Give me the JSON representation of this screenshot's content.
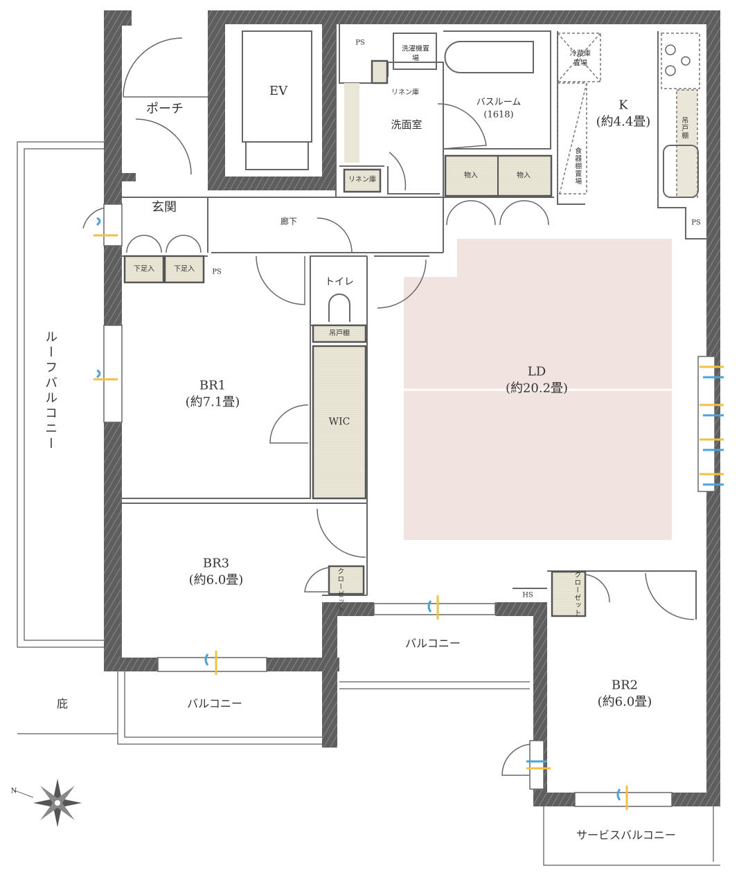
{
  "rooms": {
    "porch": "ポーチ",
    "ev": "EV",
    "entrance": "玄関",
    "corridor": "廊下",
    "washroom": "洗面室",
    "bathroom": "バスルーム",
    "bathroom_size": "(1618)",
    "kitchen": "K",
    "kitchen_size": "(約4.4畳)",
    "ld": "LD",
    "ld_size": "(約20.2畳)",
    "br1": "BR1",
    "br1_size": "(約7.1畳)",
    "br2": "BR2",
    "br2_size": "(約6.0畳)",
    "br3": "BR3",
    "br3_size": "(約6.0畳)",
    "toilet": "トイレ",
    "wic": "WIC",
    "balcony_center": "バルコニー",
    "balcony_left": "バルコニー",
    "service_balcony": "サービスバルコニー",
    "roof_balcony": "ルーフバルコニー",
    "eaves": "庇"
  },
  "fixtures": {
    "ps_top": "PS",
    "ps_entrance": "PS",
    "ps_kitchen": "PS",
    "hs": "HS",
    "washer": "洗濯機置場",
    "linen1": "リネン庫",
    "linen2": "リネン庫",
    "storage1": "物入",
    "storage2": "物入",
    "fridge": "冷蔵庫置場",
    "dish_shelf": "食器棚置場",
    "hanging_cabinet_k": "吊戸棚",
    "hanging_cabinet_toilet": "吊戸棚",
    "shoe1": "下足入",
    "shoe2": "下足入",
    "closet_br3": "クローゼット",
    "closet_br2": "クローゼット"
  },
  "compass": {
    "north": "N"
  },
  "colors": {
    "wall": "#5e5e5e",
    "ld_floor": "#f1e3e0",
    "storage": "#ebe7d8",
    "wind_blue": "#4aa3d8",
    "wind_yellow": "#f0c040"
  }
}
